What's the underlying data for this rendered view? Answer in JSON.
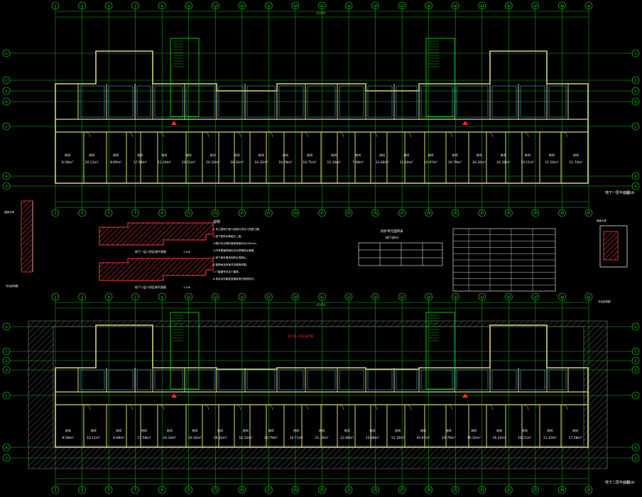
{
  "grid": {
    "columns": [
      "1",
      "3",
      "5",
      "7",
      "9",
      "11",
      "13",
      "15",
      "17",
      "19",
      "21",
      "23",
      "25",
      "27",
      "29",
      "31",
      "33",
      "35",
      "37",
      "39",
      "41"
    ],
    "rows_upper": [
      "G",
      "F",
      "E",
      "D",
      "C",
      "B",
      "A"
    ],
    "rows_lower": [
      "G",
      "F",
      "E",
      "D",
      "C",
      "B",
      "A"
    ]
  },
  "plans": {
    "upper_title": "地下一层平面图",
    "upper_scale": "1:100",
    "lower_title": "地下二层平面图",
    "lower_scale": "1:100",
    "upper_overall": "63400",
    "lower_overall": "63400"
  },
  "rooms": {
    "name": "房间",
    "upper_row": [
      "8.58m²",
      "10.11m²",
      "8.69m²",
      "17.58m²",
      "11.10m²",
      "10.11m²",
      "10.32m²",
      "16.32m²",
      "16.32m²",
      "10.79m²",
      "10.71m²",
      "11.10m²",
      "7.38m²",
      "12.68m²",
      "11.10m²",
      "10.97m²",
      "10.79m²",
      "16.32m²",
      "16.32m²",
      "10.11m²",
      "11.10m²",
      "11.73m²"
    ],
    "lower_row": [
      "8.58m²",
      "10.11m²",
      "8.69m²",
      "17.58m²",
      "10.32m²",
      "10.32m²",
      "16.32m²",
      "16.32m²",
      "10.79m²",
      "10.71m²",
      "11.10m²",
      "12.68m²",
      "12.68m²",
      "11.10m²",
      "10.97m²",
      "10.79m²",
      "16.32m²",
      "16.32m²",
      "10.11m²",
      "11.10m²",
      "17.58m²"
    ]
  },
  "notes": {
    "heading": "说明",
    "lines": [
      "1.本工程地下室人防部分详见人防施工图。",
      "2.地下室防水等级为二级。",
      "3.图中未注明的墙体厚度均为200mm。",
      "4.所有管道穿墙处均应预埋防水套管。",
      "5.地下室外墙采用防水混凝土。",
      "6.楼梯间及前室详见楼梯详图。",
      "7.门窗编号详见门窗表。",
      "8.其余未尽事宜按国家现行规范执行。"
    ]
  },
  "detail_left": {
    "title": "地下一层人防区域平面图",
    "scale": "1:100"
  },
  "detail_left_lower": {
    "title": "地下二层人防区域平面图",
    "scale": "1:100"
  },
  "table1": {
    "title": "防护单元面积表",
    "subtitle": "(地下部分)"
  },
  "callout_left": {
    "title": "墙身大样",
    "note": "详见结构图"
  },
  "callout_right": {
    "title": "墙身大样",
    "note": "详见结构图"
  },
  "red_label": "地下室人防区域范围",
  "colors": {
    "wall": "#d8d27a",
    "grid": "#19e619",
    "dim": "#19e619",
    "room": "#5ad2ff",
    "red": "#ff2a2a",
    "white": "#ffffff",
    "hatch": "#6e6e6e"
  }
}
